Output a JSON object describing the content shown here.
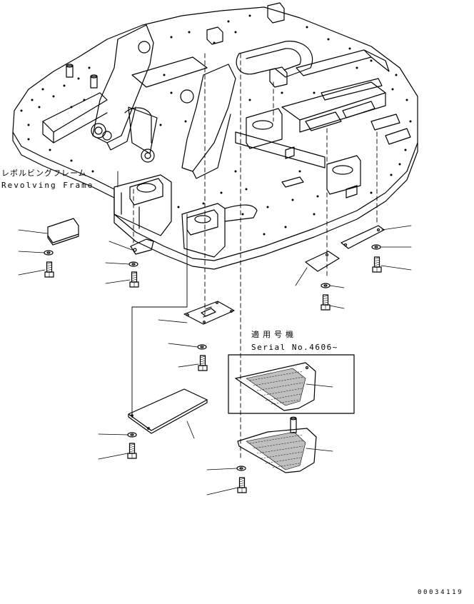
{
  "labels": {
    "frame_jp": "レボルビングフレーム",
    "frame_en": "Revolving Frame",
    "serial_jp": "適用号機",
    "serial_en": "Serial No.4606~",
    "drawing_number": "00034119"
  },
  "colors": {
    "line": "#000000",
    "background": "#ffffff"
  }
}
